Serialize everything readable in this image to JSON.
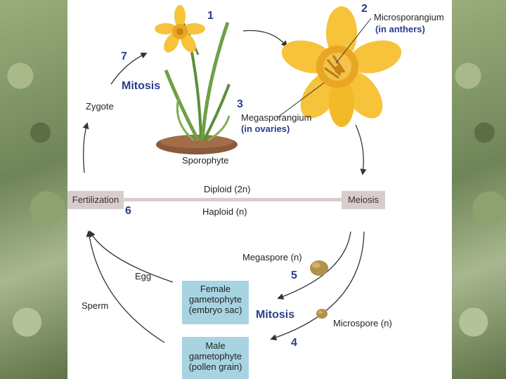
{
  "labels": {
    "microsporangium": "Microsporangium",
    "in_anthers": "(in anthers)",
    "megasporangium": "Megasporangium",
    "in_ovaries": "(in ovaries)",
    "sporophyte": "Sporophyte",
    "zygote": "Zygote",
    "mitosis_top": "Mitosis",
    "diploid": "Diploid (2n)",
    "haploid": "Haploid (n)",
    "fertilization": "Fertilization",
    "meiosis": "Meiosis",
    "megaspore": "Megaspore (n)",
    "microspore": "Microspore (n)",
    "egg": "Egg",
    "sperm": "Sperm",
    "mitosis_bottom": "Mitosis",
    "female_gametophyte": [
      "Female",
      "gametophyte",
      "(embryo sac)"
    ],
    "male_gametophyte": [
      "Male",
      "gametophyte",
      "(pollen grain)"
    ]
  },
  "steps": [
    "1",
    "2",
    "3",
    "4",
    "5",
    "6",
    "7"
  ],
  "colors": {
    "step_number": "#2a3d8c",
    "gametophyte_box": "#a8d4e2",
    "ploidy_bar": "#d9cccc",
    "petal": "#f6c33a",
    "corona": "#e9a623",
    "stem": "#5c8f3a"
  }
}
